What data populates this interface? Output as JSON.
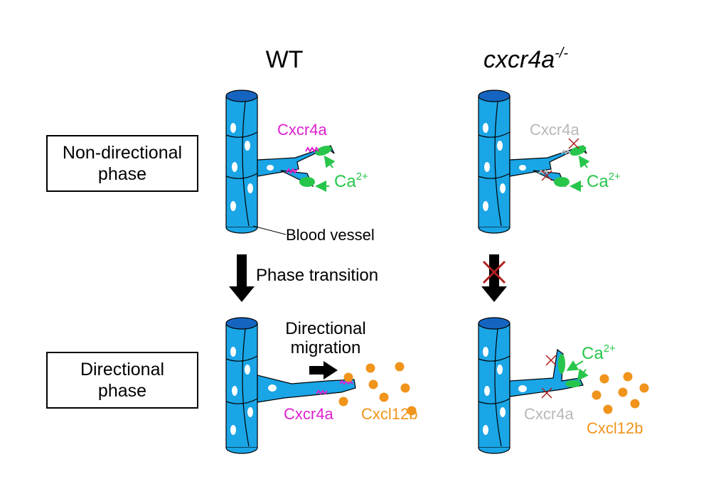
{
  "columns": {
    "wt": "WT",
    "mutant_base": "cxcr4a",
    "mutant_sup": "-/-"
  },
  "phases": {
    "non_directional": [
      "Non-directional",
      "phase"
    ],
    "directional": [
      "Directional",
      "phase"
    ]
  },
  "labels": {
    "blood_vessel": "Blood vessel",
    "phase_transition": "Phase transition",
    "directional_migration": [
      "Directional",
      "migration"
    ],
    "receptor": "Cxcr4a",
    "calcium_base": "Ca",
    "calcium_sup": "2+",
    "ligand": "Cxcl12b"
  },
  "colors": {
    "vessel": "#1aa5e6",
    "vessel_top": "#1565c0",
    "receptor": "#e020d0",
    "receptor_inactive": "#b8b8b8",
    "calcium": "#27c64a",
    "ligand": "#f0941c",
    "block_cross": "#b02020"
  }
}
